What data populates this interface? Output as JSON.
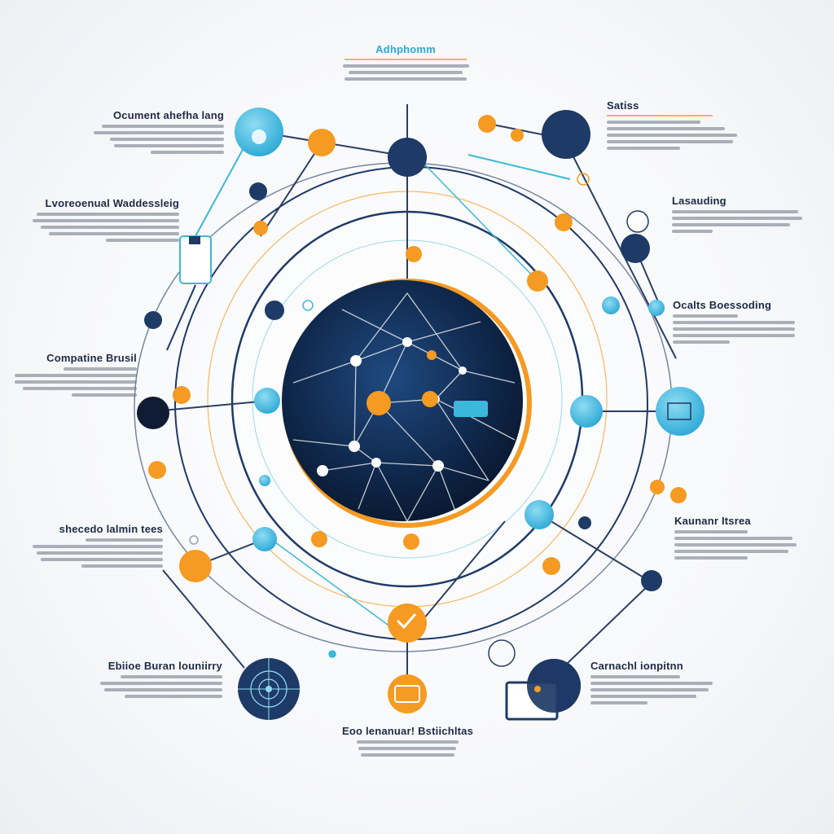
{
  "callouts": [
    {
      "id": "top-center",
      "title": "Adhphomm",
      "accent": true
    },
    {
      "id": "upper-left",
      "title": "Ocument ahefha lang"
    },
    {
      "id": "upper-right",
      "title": "Satiss"
    },
    {
      "id": "left-mid-upper",
      "title": "Lvoreoenual Waddessleig"
    },
    {
      "id": "right-upper",
      "title": "Lasauding"
    },
    {
      "id": "right-mid",
      "title": "Ocalts Boessoding"
    },
    {
      "id": "left-mid",
      "title": "Compatine Brusil"
    },
    {
      "id": "left-lower",
      "title": "shecedo lalmin tees"
    },
    {
      "id": "right-lower",
      "title": "Kaunanr Itsrea"
    },
    {
      "id": "bottom-left",
      "title": "Ebiioe Buran louniirry"
    },
    {
      "id": "bottom-center",
      "title": "Eoo lenanuar! Bstiichltas"
    },
    {
      "id": "bottom-right",
      "title": "Carnachl ionpitnn"
    }
  ],
  "colors": {
    "navy": "#1e3a66",
    "dark": "#0f1c33",
    "orange": "#f59a23",
    "cyan": "#3bb8dc",
    "line": "#2b3e63"
  }
}
